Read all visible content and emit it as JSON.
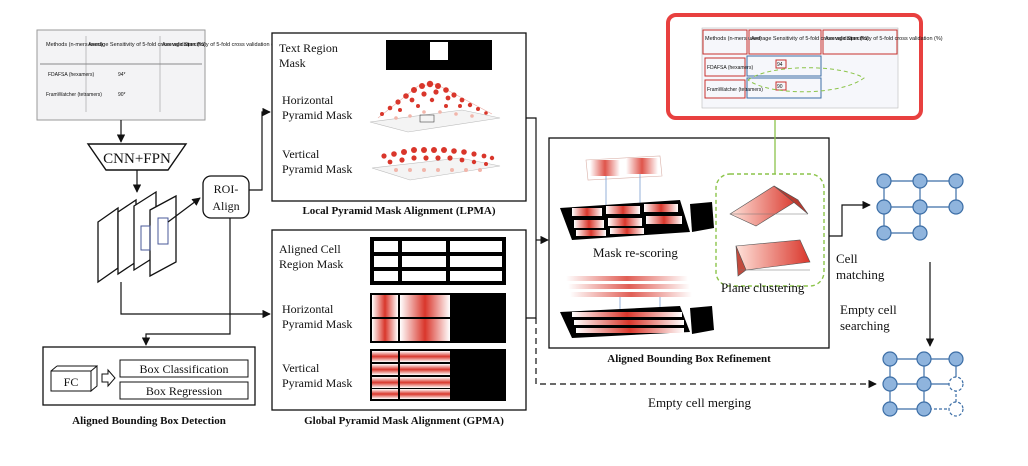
{
  "input_table": {
    "headers": [
      "Methods (n-mers used)",
      "Average Sensitivity of 5-fold cross validation (%)",
      "Average Specificity of 5-fold cross validation (%)"
    ],
    "rows": [
      [
        "FDAFSA (hexamers)",
        "94*",
        ""
      ],
      [
        "FramWatcher (tetramers)",
        "90*",
        ""
      ]
    ]
  },
  "backbone_label": "CNN+FPN",
  "roi_align_label": [
    "ROI-",
    "Align"
  ],
  "lpma": {
    "title": "Local Pyramid Mask Alignment (LPMA)",
    "text_region_mask": [
      "Text Region",
      "Mask"
    ],
    "horizontal_mask": [
      "Horizontal",
      "Pyramid Mask"
    ],
    "vertical_mask": [
      "Vertical",
      "Pyramid Mask"
    ]
  },
  "gpma": {
    "title": "Global Pyramid Mask Alignment (GPMA)",
    "aligned_cell_mask": [
      "Aligned Cell",
      "Region  Mask"
    ],
    "horizontal_mask": [
      "Horizontal",
      "Pyramid Mask"
    ],
    "vertical_mask": [
      "Vertical",
      "Pyramid Mask"
    ]
  },
  "detection": {
    "title": "Aligned Bounding Box Detection",
    "fc_label": "FC",
    "box_classification": "Box Classification",
    "box_regression": "Box Regression"
  },
  "refinement": {
    "title": "Aligned Bounding Box Refinement",
    "mask_rescoring": "Mask re-scoring",
    "plane_clustering": "Plane clustering"
  },
  "output_table": {
    "headers": [
      "Methods (n-mers used)",
      "Average Sensitivity of 5-fold cross validation (%)",
      "Average Specificity of 5-fold cross validation (%)"
    ],
    "rows": [
      [
        "FDAFSA (hexamers)",
        "94",
        ""
      ],
      [
        "FramWatcher (tetramers)",
        "90",
        ""
      ]
    ]
  },
  "cell_matching": [
    "Cell",
    "matching"
  ],
  "empty_cell_searching": [
    "Empty cell",
    "searching"
  ],
  "empty_cell_merging": "Empty cell merging",
  "colors": {
    "highlight_red": "#e8403f",
    "node_blue": "#8fb4dd",
    "node_stroke": "#3c6ea6",
    "mask_red": "#d9362b",
    "green_dash": "#8cc44a"
  }
}
